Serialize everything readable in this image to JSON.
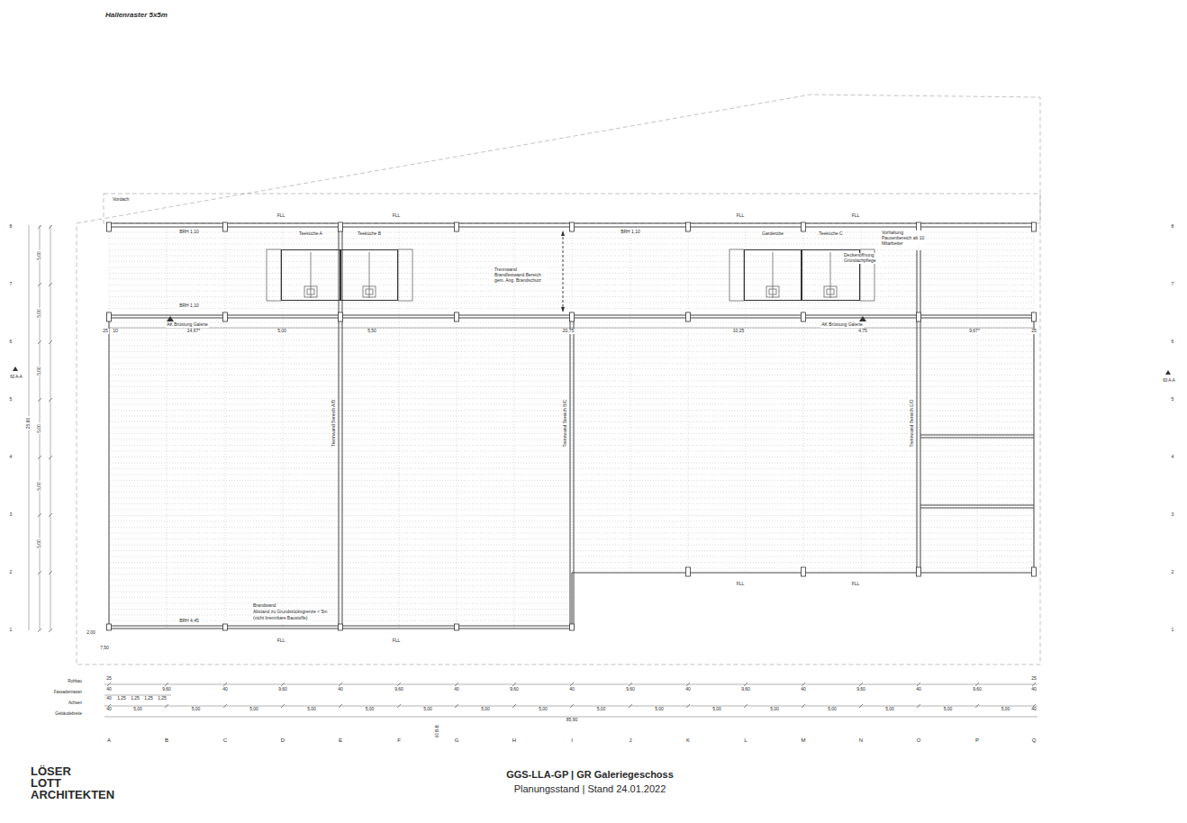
{
  "diagram": {
    "title": "GGS-LLA-GP | GR Galeriegeschoss",
    "caption": "Planungsstand | Stand 24.01.2022",
    "nodes": [
      {
        "text": [
          "Teeküche A"
        ]
      },
      {
        "text": [
          "Teeküche B"
        ]
      },
      {
        "text": [
          "Garderobe"
        ]
      },
      {
        "text": [
          "Teeküche C"
        ]
      }
    ],
    "labels": [
      "Hallenraster 5x5m",
      "Vordach",
      "FLL",
      "FLL",
      "FLL",
      "FLL",
      "BRH 1,10",
      "BRH 1,10",
      "BRH 1,10",
      "AK Brüstung Galerie",
      "AK Brüstung Galerie",
      "Trennwand Brandfestwand Bereich gem. Ang. Brandschutz",
      "Vorhaltung Pausenbereich ab 10 Mitarbeiter",
      "Deckenöffnung Gründachpflege",
      "Trennwand Bereich A/B",
      "Trennwand Bereich B/C",
      "Trennwand Bereich E/D",
      "Brandwand",
      "Abstand zu Grundstücksgrenze < 5m",
      "(nicht brennbare Baustoffe)",
      "BRH 4,45",
      "FLL",
      "FLL",
      "FLL",
      "FLL",
      "25",
      "10",
      "14,67*",
      "5,00",
      "5,50",
      "20,75",
      "10,25",
      "4,75",
      "9,67*",
      "25",
      "8",
      "7",
      "6",
      "5",
      "4",
      "3",
      "2",
      "1",
      "8",
      "7",
      "6",
      "5",
      "4",
      "3",
      "2",
      "1",
      "5,00",
      "5,00",
      "5,00",
      "5,00",
      "5,00",
      "5,00",
      "25,60",
      "2,00",
      "7,50",
      "Rohbau",
      "Fassadenraster",
      "Achsen",
      "Gebäudebreite",
      "25",
      "40",
      "9,60",
      "40",
      "9,60",
      "40",
      "9,60",
      "40",
      "9,60",
      "40",
      "9,60",
      "40",
      "9,60",
      "40",
      "9,60",
      "40",
      "9,60",
      "40",
      "25",
      "40",
      "1,25",
      "1,25",
      "1,25",
      "1,25",
      "40",
      "5,00",
      "5,00",
      "5,00",
      "5,00",
      "5,00",
      "5,00",
      "5,00",
      "5,00",
      "5,00",
      "5,00",
      "5,00",
      "5,00",
      "5,00",
      "5,00",
      "5,00",
      "5,00",
      "40",
      "85,90",
      "A",
      "B",
      "C",
      "D",
      "E",
      "F",
      "G",
      "H",
      "I",
      "J",
      "K",
      "L",
      "M",
      "N",
      "O",
      "P",
      "Q",
      "60 A-A",
      "60 A-A",
      "60 B-B",
      "LÖSER LOTT ARCHITEKTEN"
    ]
  }
}
